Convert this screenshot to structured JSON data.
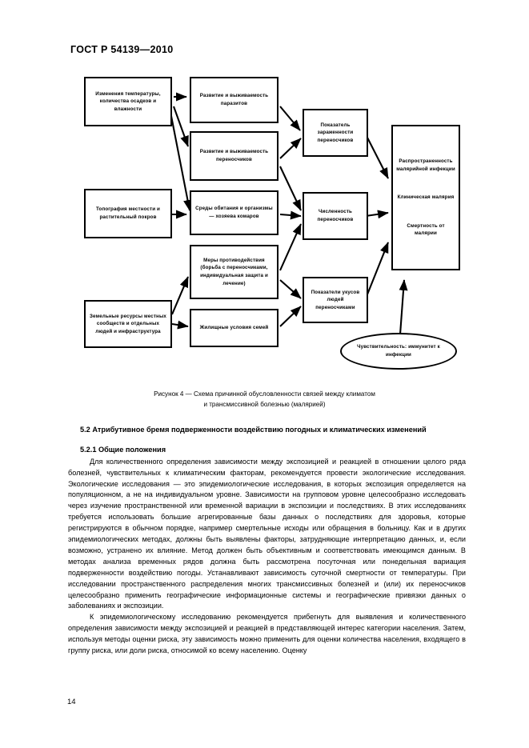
{
  "document": {
    "header": "ГОСТ Р 54139—2010",
    "page_number": "14"
  },
  "figure": {
    "caption_line1": "Рисунок 4 — Схема причинной обусловленности связей между климатом",
    "caption_line2": "и трансмиссивной болезнью (малярией)",
    "nodes": {
      "climate": "Изменения температуры, количества осадков и влажности",
      "parasites": "Развитие и выживаемость паразитов",
      "vectors": "Развитие и выживаемость переносчиков",
      "topography": "Топография местности и растительный покров",
      "habitats": "Среды обитания и организмы — хозяева комаров",
      "countermeasures": "Меры противодействия (борьба с переносчиками, индивидуальная защита и лечение)",
      "landres": "Земельные ресурсы местных сообществ и отдельных людей и инфраструктура",
      "housing": "Жилищные условия семей",
      "infection_rate": "Показатель зараженности переносчиков",
      "vector_count": "Численность переносчиков",
      "bite_rates": "Показатели укусов людей переносчиками",
      "outcome_1": "Распространенность малярийной инфекции",
      "outcome_2": "Клиническая малярия",
      "outcome_3": "Смертность от малярии",
      "susceptibility": "Чувствительность: иммунитет к инфекции"
    }
  },
  "sections": {
    "s52_title": "5.2 Атрибутивное бремя подверженности воздействию погодных и климатических изменений",
    "s521_title": "5.2.1 Общие положения",
    "s521_para1": "Для количественного определения зависимости между экспозицией и реакцией в отношении целого ряда болезней, чувствительных к климатическим факторам, рекомендуется провести экологические исследования. Экологические исследования — это эпидемиологические исследования, в которых экспозиция определяется на популяционном, а не на индивидуальном уровне. Зависимости на групповом уровне целесообразно исследовать через изучение пространственной или временной вариации в экспозиции и последствиях. В этих исследованиях требуется использовать большие агрегированные базы данных о последствиях для здоровья, которые регистрируются в обычном порядке, например смертельные исходы или обращения в больницу. Как и в других эпидемиологических методах, должны быть выявлены факторы, затрудняющие интерпретацию данных, и, если возможно, устранено их влияние. Метод должен быть объективным и соответствовать имеющимся данным. В методах анализа временных рядов должна быть рассмотрена посуточная или понедельная вариация подверженности воздействию погоды. Устанавливают зависимость суточной смертности от температуры. При исследовании пространственного распределения многих трансмиссивных болезней и (или) их переносчиков целесообразно применить географические информационные системы и географические привязки данных о заболеваниях и экспозиции.",
    "s521_para2": "К эпидемиологическому исследованию рекомендуется прибегнуть для выявления и количественного определения зависимости между экспозицией и реакцией в представляющей интерес категории населения. Затем, используя методы оценки риска, эту зависимость можно применить для оценки количества населения, входящего в группу риска, или доли риска, относимой ко всему населению. Оценку"
  }
}
